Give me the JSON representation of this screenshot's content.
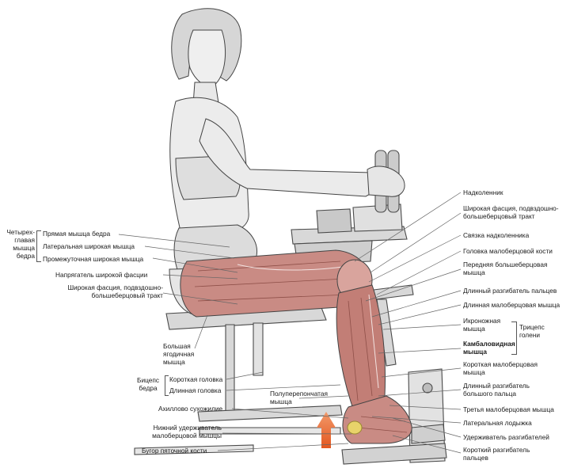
{
  "labels": {
    "quadriceps": "Четырех-\nглавая\nмышца\nбедра",
    "rectus_femoris": "Прямая мышца бедра",
    "vastus_lateralis": "Латеральная широкая мышца",
    "vastus_intermedius": "Промежуточная широкая мышца",
    "tensor_fasciae": "Напрягатель широкой фасции",
    "fascia_lata_left": "Широкая фасция, подвздошно-\nбольшеберцовый тракт",
    "gluteus": "Большая\nягодичная\nмышца",
    "biceps": "Бицепс\nбедра",
    "short_head": "Короткая головка",
    "long_head": "Длинная головка",
    "achilles": "Ахиллово сухожилие",
    "peroneal_retinaculum": "Нижний удерживатель\nмалоберцовой мышцы",
    "calcaneal_tuber": "Бугор пяточной кости",
    "semimembranosus": "Полуперепончатая\nмышца",
    "patella": "Надколенник",
    "fascia_lata_right": "Широкая фасция, подвздошно-\nбольшеберцовый тракт",
    "patellar_ligament": "Связка надколенника",
    "fibula_head": "Головка малоберцовой кости",
    "tibialis_anterior": "Передняя большеберцовая\nмышца",
    "ext_digitorum_longus": "Длинный разгибатель пальцев",
    "peroneus_longus": "Длинная малоберцовая мышца",
    "gastrocnemius": "Икроножная\nмышца",
    "triceps_surae": "Трицепс\nголени",
    "soleus": "Камбаловидная\nмышца",
    "peroneus_brevis": "Короткая малоберцовая\nмышца",
    "ext_hallucis_longus": "Длинный разгибатель\nбольшого пальца",
    "peroneus_tertius": "Третья малоберцовая мышца",
    "lateral_malleolus": "Латеральная лодыжка",
    "ext_retinaculum": "Удерживатель разгибателей",
    "ext_digitorum_brevis": "Короткий разгибатель\nпальцев"
  },
  "colors": {
    "ink": "#1a1a1a",
    "line": "#666666",
    "skin": "#ececec",
    "shade": "#c9c9c9",
    "muscle": "#b97a72",
    "muscle_dark": "#8e4f48",
    "machine": "#d8d8d8",
    "arrow_top": "#f29a6b",
    "arrow_bottom": "#e3561f"
  }
}
